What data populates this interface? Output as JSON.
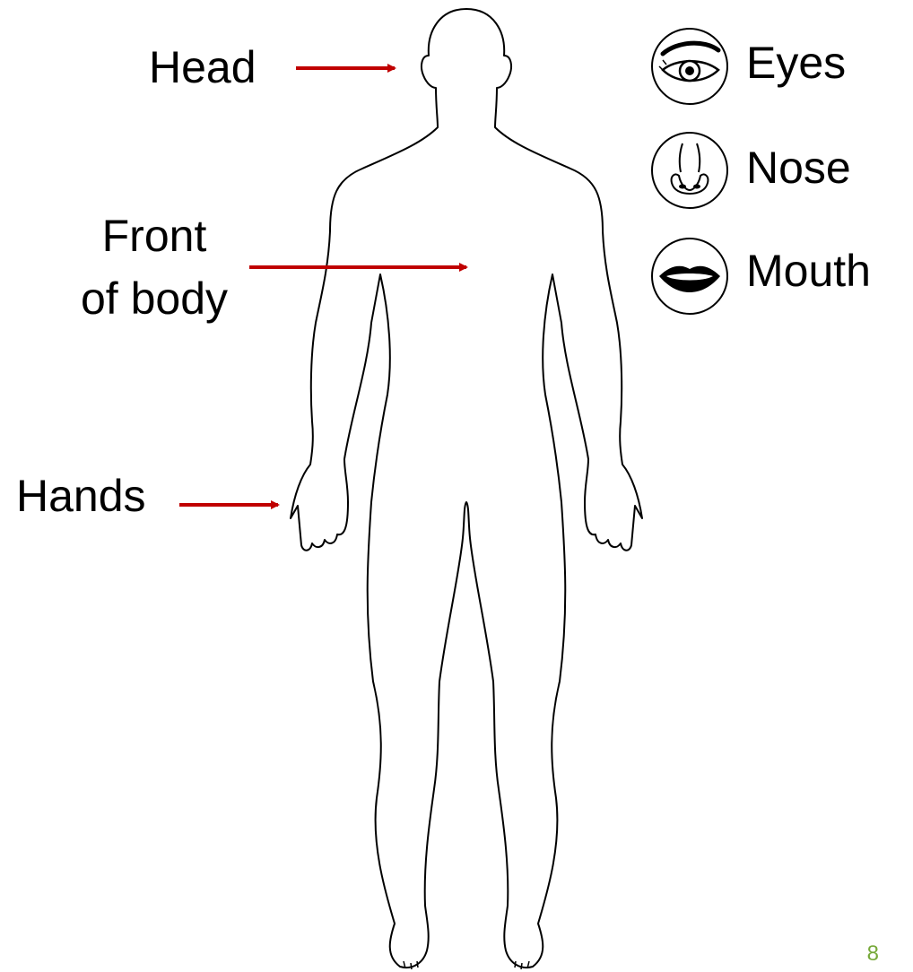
{
  "labels": {
    "head": "Head",
    "front_line1": "Front",
    "front_line2": "of body",
    "hands": "Hands"
  },
  "senses": [
    {
      "label": "Eyes",
      "icon": "eye-icon"
    },
    {
      "label": "Nose",
      "icon": "nose-icon"
    },
    {
      "label": "Mouth",
      "icon": "mouth-icon"
    }
  ],
  "page_number": "8",
  "colors": {
    "arrow": "#c00000",
    "outline": "#000000",
    "page_number": "#77a93a"
  }
}
